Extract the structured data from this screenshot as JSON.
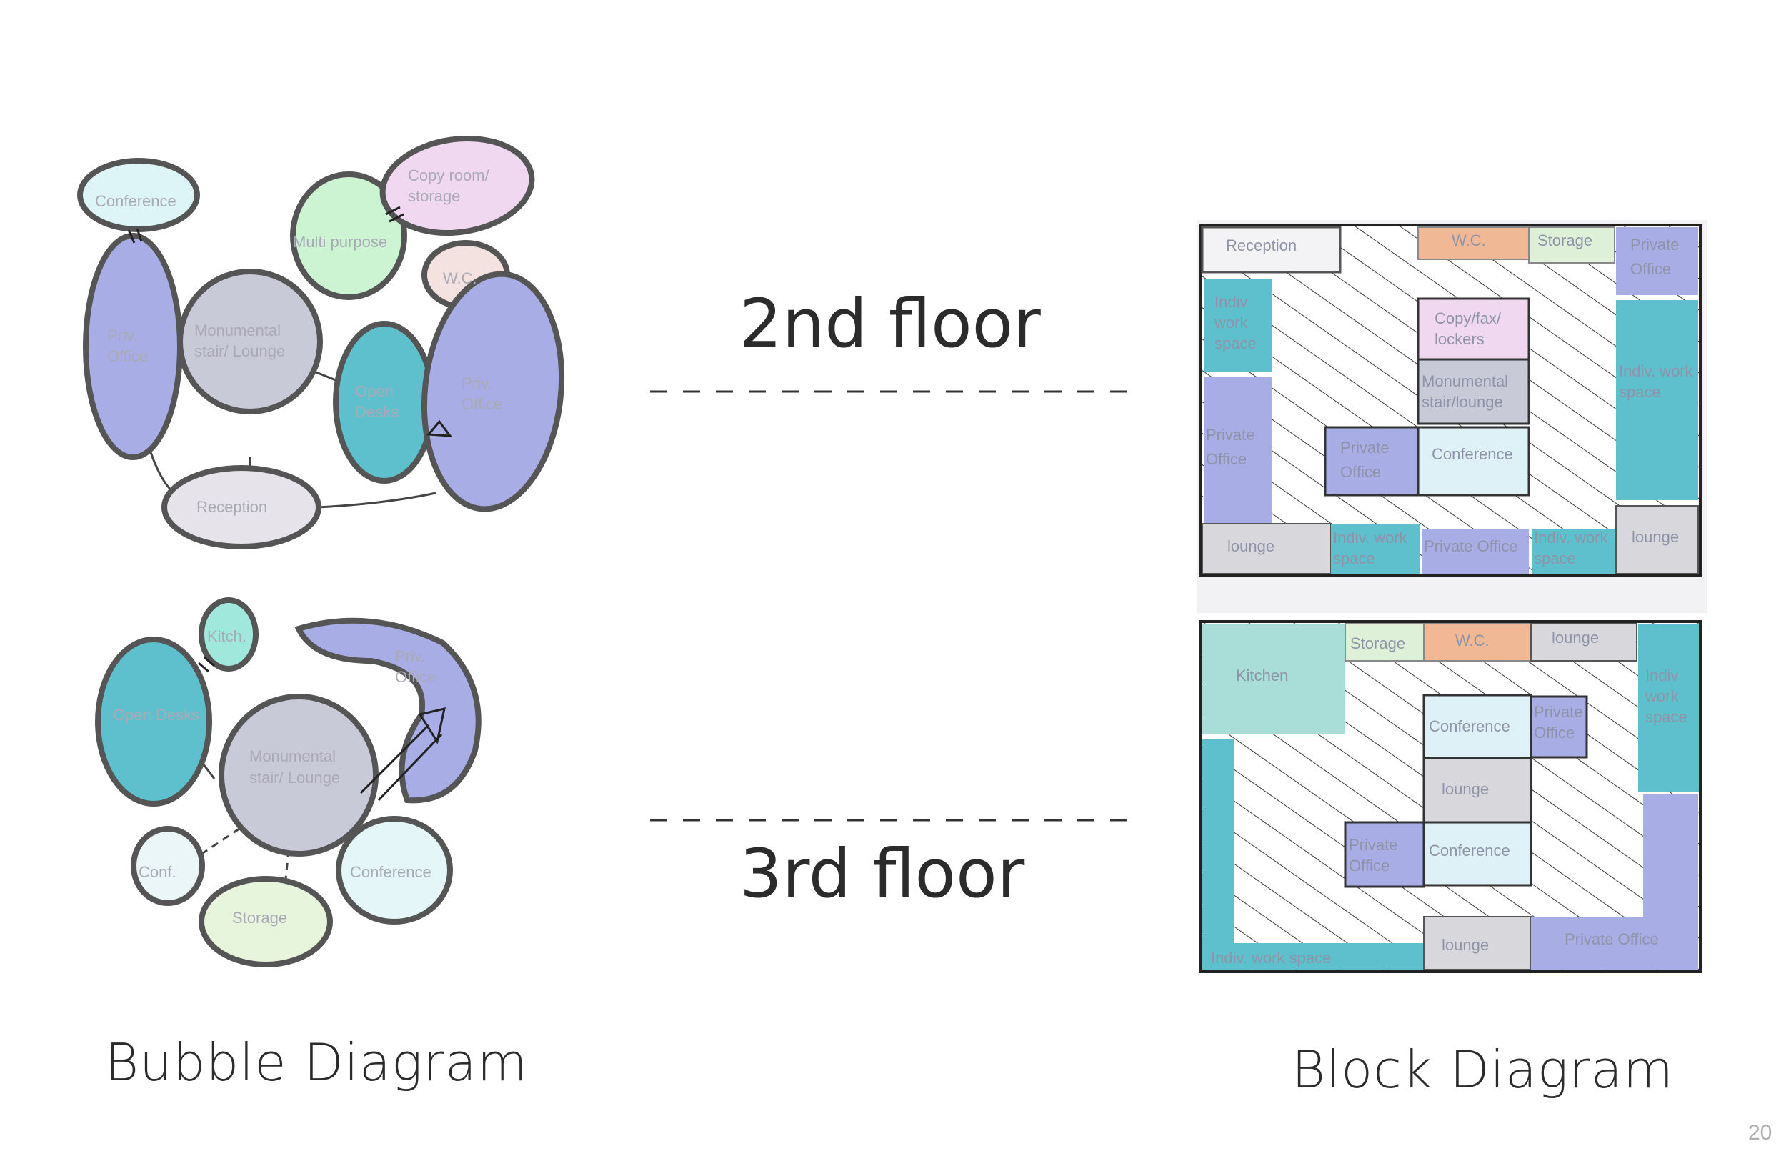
{
  "slide": {
    "page_number": "20"
  },
  "floors": {
    "second": "2nd floor",
    "third": "3rd floor"
  },
  "captions": {
    "bubble": "Bubble Diagram",
    "block": "Block Diagram"
  },
  "colors": {
    "periwinkle": "#a8ade6",
    "gray": "#c9cad8",
    "teal": "#5ec0cc",
    "mint": "#ccf3d2",
    "pink": "#f0d8f0",
    "peach": "#f0b894",
    "light_cyan": "#def1f6",
    "light_green": "#def1d8",
    "outline": "#555555"
  },
  "bubble_2nd": {
    "conference": "Conference",
    "copy_room": [
      "Copy room/",
      "storage"
    ],
    "multi_purpose": "Multi purpose",
    "wc": "W.C.",
    "priv_office_left": [
      "Priv.",
      "Office"
    ],
    "monumental": [
      "Monumental",
      "stair/ Lounge"
    ],
    "open_desks": [
      "Open",
      "Desks"
    ],
    "priv_office_right": [
      "Priv.",
      "Office"
    ],
    "reception": "Reception"
  },
  "bubble_3rd": {
    "kitch": "Kitch.",
    "priv_office": [
      "Priv.",
      "Office"
    ],
    "open_desks": "Open Desks",
    "monumental": [
      "Monumental",
      "stair/ Lounge"
    ],
    "conf": "Conf.",
    "storage": "Storage",
    "conference": "Conference"
  },
  "block_2nd": {
    "reception": "Reception",
    "wc": "W.C.",
    "storage": "Storage",
    "private_office_tr": [
      "Private",
      "Office"
    ],
    "indiv_left": [
      "Indiv",
      "work",
      "space"
    ],
    "copy": [
      "Copy/fax/",
      "lockers"
    ],
    "monumental": [
      "Monumental",
      "stair/lounge"
    ],
    "indiv_right": [
      "Indiv. work",
      "space"
    ],
    "private_office_left": [
      "Private",
      "Office"
    ],
    "private_office_center": [
      "Private",
      "Office"
    ],
    "conference": "Conference",
    "lounge_left": "lounge",
    "indiv_bottom1": [
      "Indiv. work",
      "space"
    ],
    "private_office_bottom": "Private Office",
    "indiv_bottom2": [
      "Indiv. work",
      "space"
    ],
    "lounge_right": "lounge"
  },
  "block_3rd": {
    "kitchen": "Kitchen",
    "storage": "Storage",
    "wc": "W.C.",
    "lounge_top": "lounge",
    "indiv_right": [
      "Indiv",
      "work",
      "space"
    ],
    "conference_top": "Conference",
    "private_office_top": [
      "Private",
      "Office"
    ],
    "lounge_mid": "lounge",
    "private_office_low": [
      "Private",
      "Office"
    ],
    "conference_low": "Conference",
    "indiv_bottom": "Indiv. work space",
    "lounge_bottom": "lounge",
    "private_office_bottom": "Private Office"
  }
}
